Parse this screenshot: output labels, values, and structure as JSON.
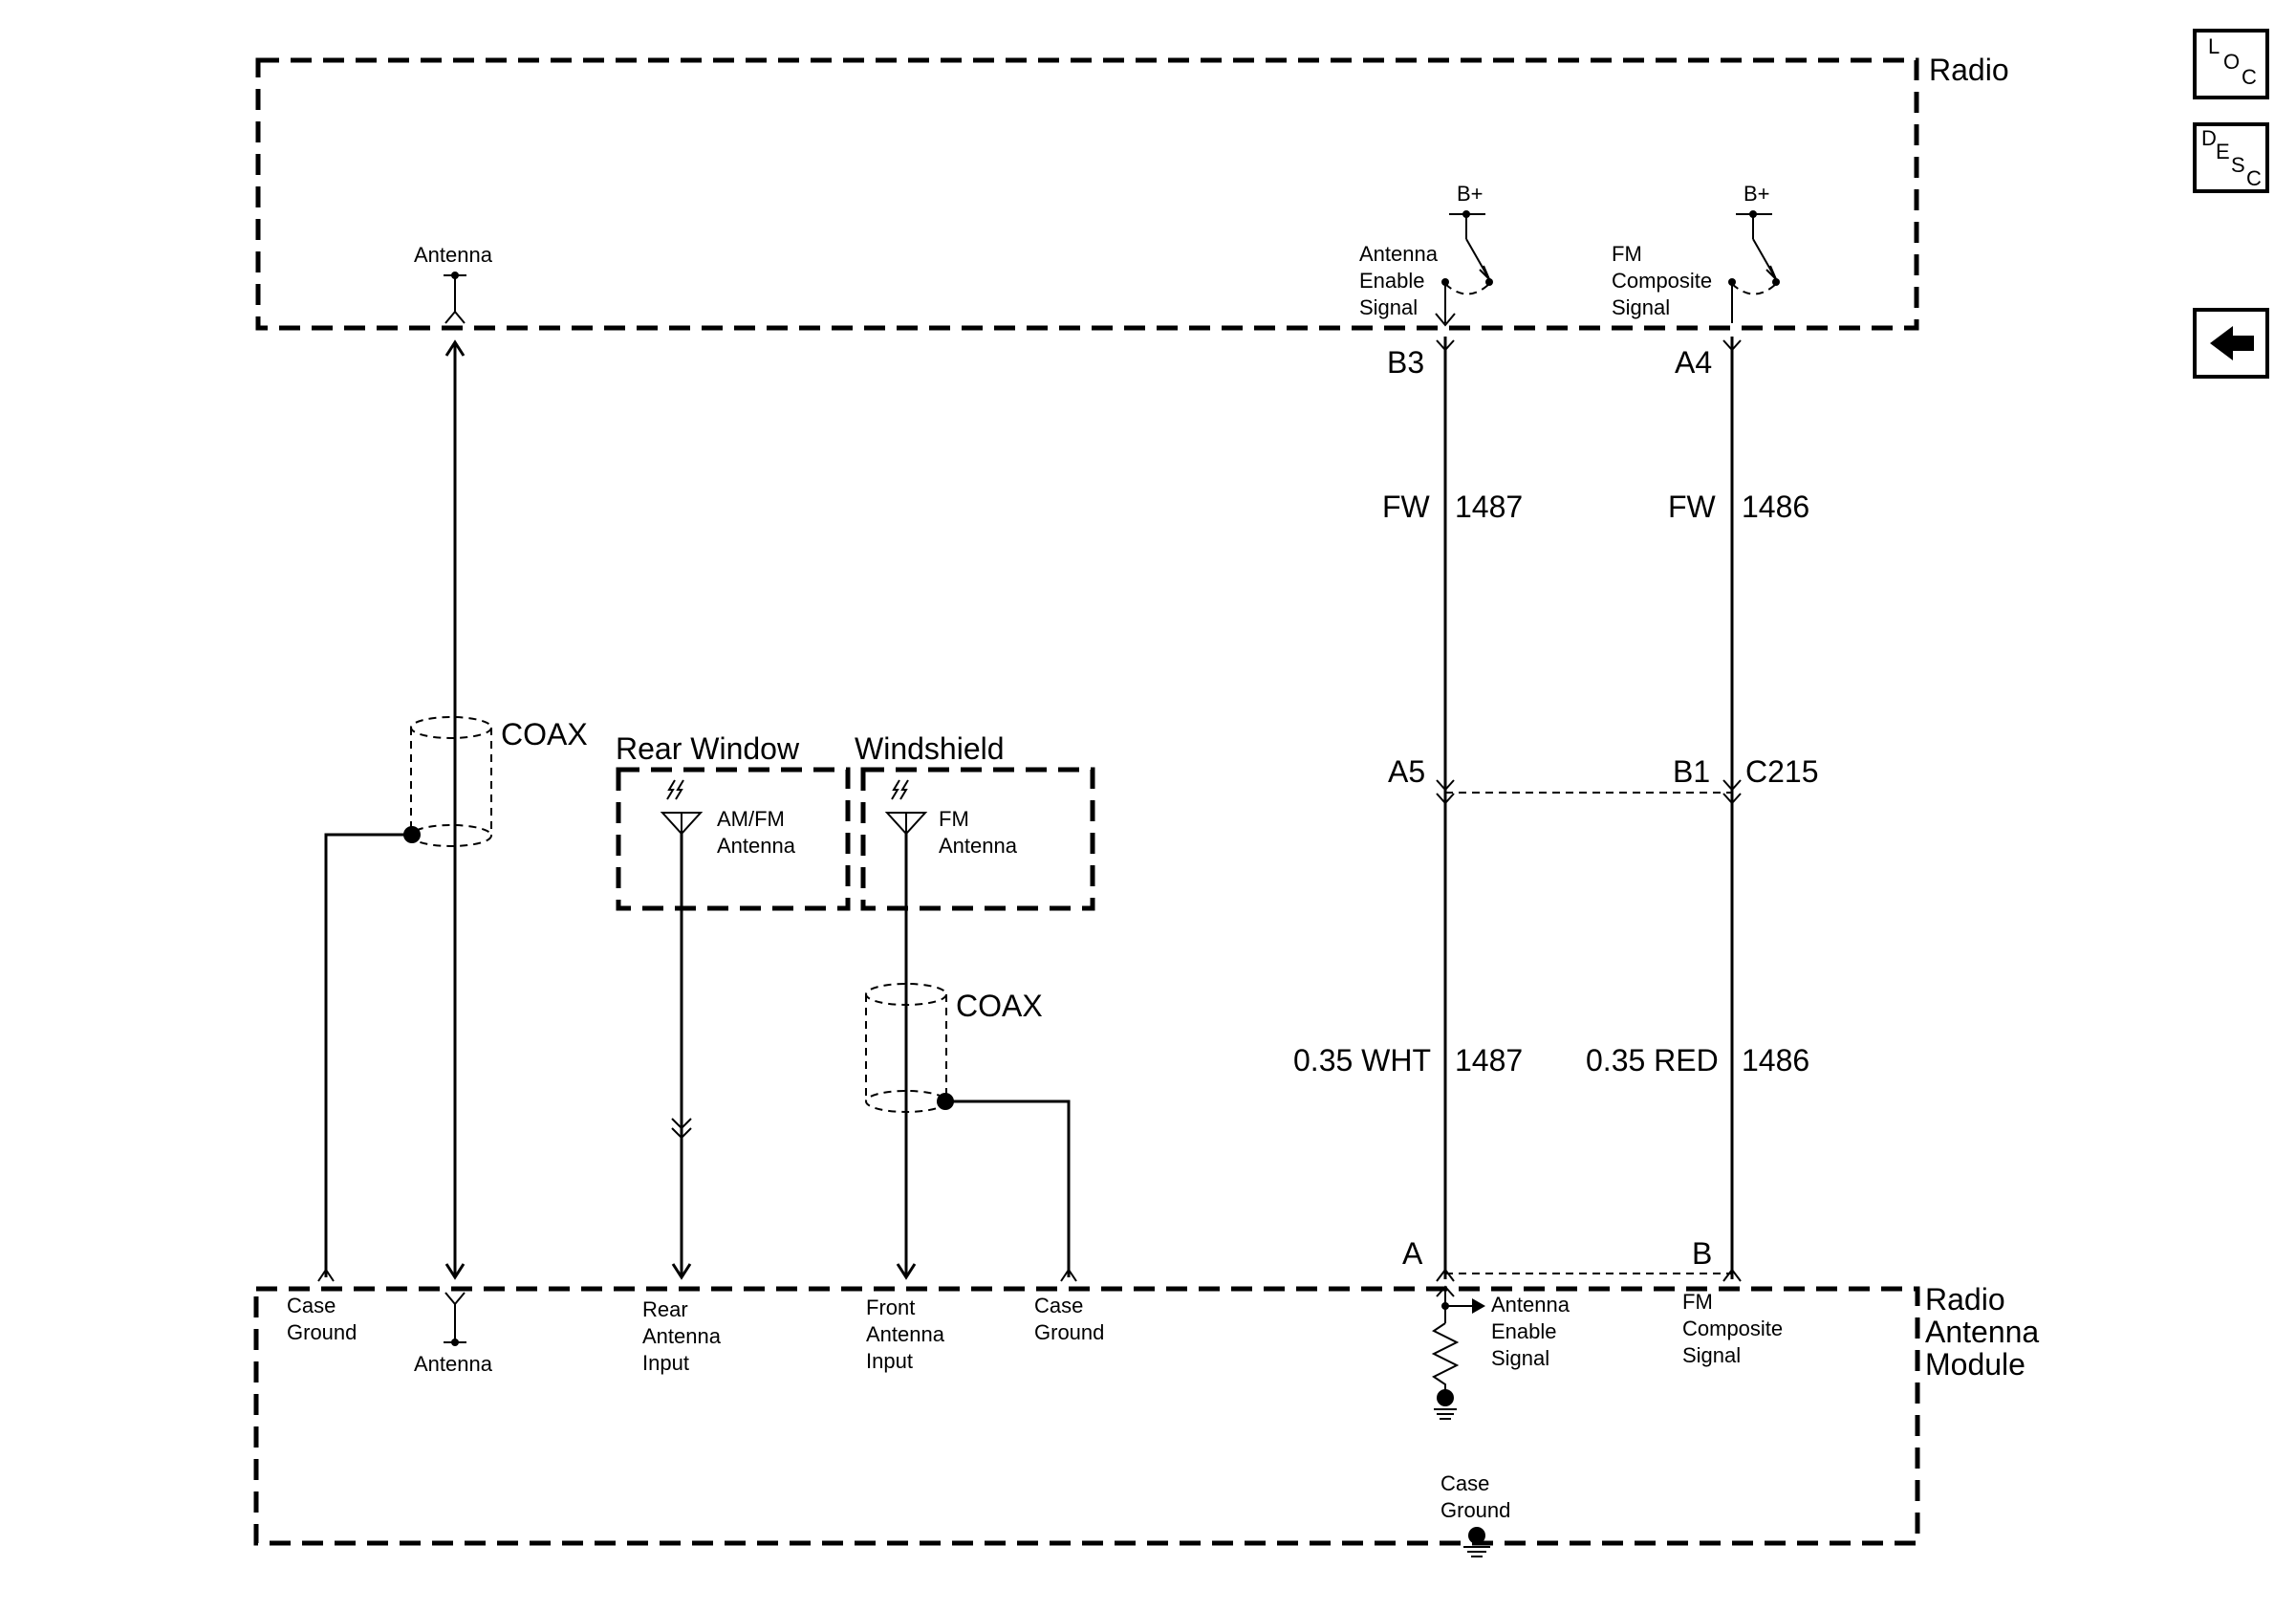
{
  "components": {
    "radio": "Radio",
    "radio_antenna_module": [
      "Radio",
      "Antenna",
      "Module"
    ],
    "rear_window": "Rear Window",
    "windshield": "Windshield",
    "am_fm_antenna": [
      "AM/FM",
      "Antenna"
    ],
    "fm_antenna": [
      "FM",
      "Antenna"
    ]
  },
  "radio_pins": {
    "antenna": "Antenna",
    "antenna_enable_signal": [
      "Antenna",
      "Enable",
      "Signal"
    ],
    "fm_composite_signal": [
      "FM",
      "Composite",
      "Signal"
    ],
    "b_plus_1": "B+",
    "b_plus_2": "B+"
  },
  "module_pins": {
    "case_ground_left": [
      "Case",
      "Ground"
    ],
    "antenna": "Antenna",
    "rear_antenna_input": [
      "Rear",
      "Antenna",
      "Input"
    ],
    "front_antenna_input": [
      "Front",
      "Antenna",
      "Input"
    ],
    "case_ground_mid": [
      "Case",
      "Ground"
    ],
    "antenna_enable_signal": [
      "Antenna",
      "Enable",
      "Signal"
    ],
    "fm_composite_signal": [
      "FM",
      "Composite",
      "Signal"
    ],
    "case_ground_bottom": [
      "Case",
      "Ground"
    ]
  },
  "coax_labels": [
    "COAX",
    "COAX"
  ],
  "connectors": {
    "radio_b3": "B3",
    "radio_a4": "A4",
    "c215_a5": "A5",
    "c215_b1": "B1",
    "c215_name": "C215",
    "module_a": "A",
    "module_b": "B"
  },
  "wires": [
    {
      "upper_color": "FW",
      "upper_circuit": "1487",
      "lower_color": "0.35 WHT",
      "lower_circuit": "1487"
    },
    {
      "upper_color": "FW",
      "upper_circuit": "1486",
      "lower_color": "0.35 RED",
      "lower_circuit": "1486"
    }
  ],
  "nav": {
    "loc": [
      "L",
      "O",
      "C"
    ],
    "desc": [
      "D",
      "E",
      "S",
      "C"
    ],
    "back_icon": "left-arrow-icon"
  }
}
